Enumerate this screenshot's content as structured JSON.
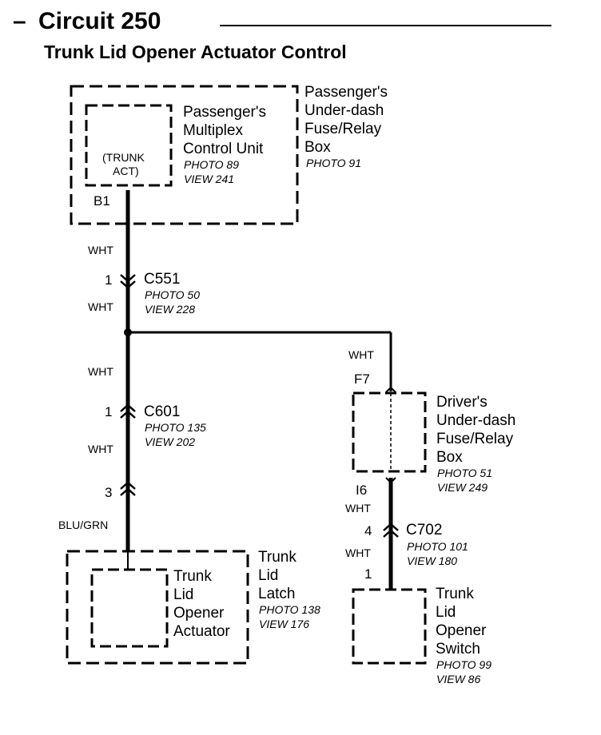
{
  "header": {
    "dash": "–",
    "title": "Circuit 250",
    "subtitle": "Trunk Lid Opener Actuator Control"
  },
  "passenger_box": {
    "label": [
      "Passenger's",
      "Under-dash",
      "Fuse/Relay",
      "Box"
    ],
    "photo": "PHOTO 91"
  },
  "multiplex_unit": {
    "label": [
      "Passenger's",
      "Multiplex",
      "Control Unit"
    ],
    "photo": "PHOTO 89",
    "view": "VIEW 241",
    "inner_label": [
      "(TRUNK",
      "ACT)"
    ],
    "pin": "B1"
  },
  "wires": {
    "w1": "WHT",
    "w2": "WHT",
    "w3": "WHT",
    "w4": "WHT",
    "w5": "BLU/GRN",
    "w6": "WHT",
    "w7": "WHT",
    "w8": "WHT"
  },
  "c551": {
    "pin": "1",
    "name": "C551",
    "photo": "PHOTO 50",
    "view": "VIEW 228"
  },
  "c601": {
    "pin": "1",
    "name": "C601",
    "photo": "PHOTO 135",
    "view": "VIEW 202"
  },
  "latch_connector": {
    "pin": "3"
  },
  "driver_box": {
    "pin_top": "F7",
    "pin_bottom": "I6",
    "label": [
      "Driver's",
      "Under-dash",
      "Fuse/Relay",
      "Box"
    ],
    "photo": "PHOTO 51",
    "view": "VIEW 249"
  },
  "c702": {
    "pin": "4",
    "name": "C702",
    "photo": "PHOTO 101",
    "view": "VIEW 180"
  },
  "switch_pin": "1",
  "trunk_latch": {
    "label": [
      "Trunk",
      "Lid",
      "Latch"
    ],
    "photo": "PHOTO 138",
    "view": "VIEW 176"
  },
  "actuator": {
    "label": [
      "Trunk",
      "Lid",
      "Opener",
      "Actuator"
    ]
  },
  "opener_switch": {
    "label": [
      "Trunk",
      "Lid",
      "Opener",
      "Switch"
    ],
    "photo": "PHOTO 99",
    "view": "VIEW 86"
  }
}
